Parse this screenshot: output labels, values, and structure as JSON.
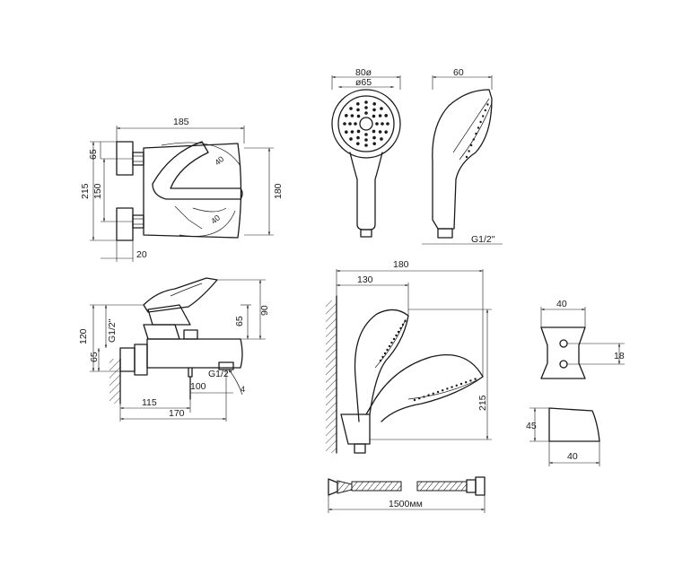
{
  "top_view": {
    "width": "185",
    "height_total": "215",
    "height_body": "180",
    "spacing": "150",
    "offset": "65",
    "depth": "20",
    "angle_top": "40",
    "angle_bottom": "40"
  },
  "side_view": {
    "height_total": "120",
    "height_inlet": "65",
    "handle_height": "90",
    "handle_offset": "65",
    "thread_left": "G1/2\"",
    "thread_outlet": "G1/2\"",
    "spout_offset": "100",
    "spout_reach": "115",
    "total_reach": "170",
    "angle": "4"
  },
  "shower_front": {
    "outer_diameter": "80ø",
    "inner_diameter": "ø65"
  },
  "shower_side": {
    "depth": "60",
    "thread": "G1/2\""
  },
  "mounted_view": {
    "width": "180",
    "offset": "130",
    "height": "215"
  },
  "holder": {
    "width_top": "40",
    "hole_spacing": "18",
    "height": "45",
    "width_bottom": "40"
  },
  "hose": {
    "length": "1500мм"
  }
}
